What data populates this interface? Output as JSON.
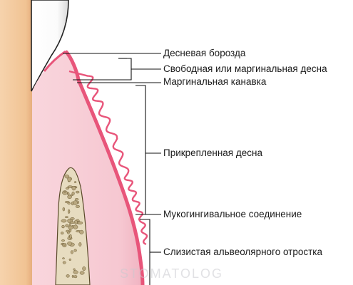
{
  "labels": {
    "gingival_sulcus": "Десневая борозда",
    "free_marginal_gingiva": "Свободная или маргинальная десна",
    "marginal_groove": "Маргинальная канавка",
    "attached_gingiva": "Прикрепленная десна",
    "mucogingival_junction": "Мукогингивальное соединение",
    "alveolar_mucosa": "Слизистая альвеолярного отростка"
  },
  "watermark": "STOMATOLOG",
  "colors": {
    "tooth_root": "#f2c79a",
    "enamel": "#ffffff",
    "gingiva": "#f7cdd6",
    "epithelium": "#e8557a",
    "bone": "#e7dcc0",
    "lines": "#111111"
  }
}
